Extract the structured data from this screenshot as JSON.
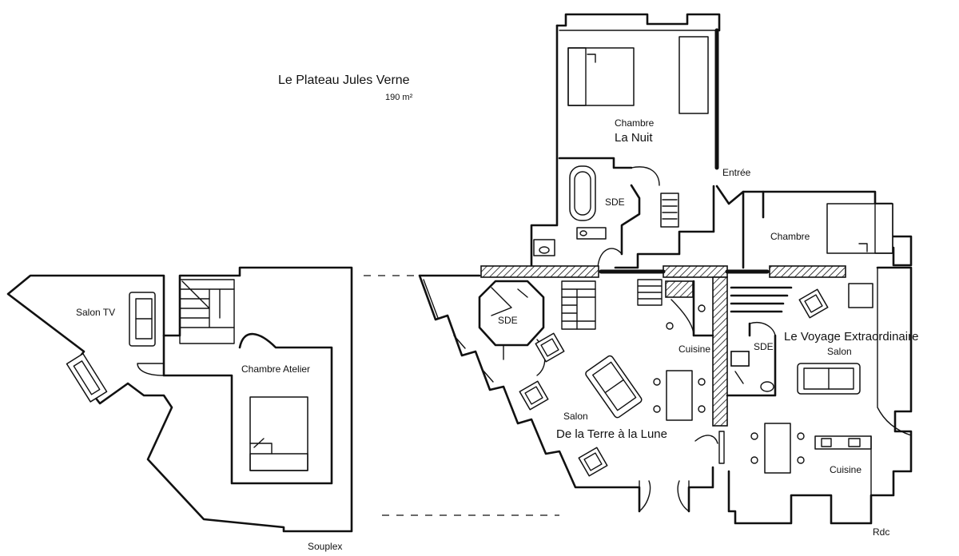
{
  "header": {
    "title": "Le  Plateau Jules Verne",
    "area": "190 m²"
  },
  "rooms": {
    "chambre_nuit": {
      "label": "Chambre",
      "name": "La Nuit"
    },
    "sde_nuit": "SDE",
    "entree": "Entrée",
    "chambre_voyage": "Chambre",
    "salon_tv": "Salon TV",
    "chambre_atelier": "Chambre Atelier",
    "sde_terre": "SDE",
    "cuisine_terre": "Cuisine",
    "salon_terre": {
      "label": "Salon",
      "name": "De la Terre à la Lune"
    },
    "sde_voyage": "SDE",
    "salon_voyage": {
      "name": "Le Voyage Extraordinaire",
      "label": "Salon"
    },
    "cuisine_voyage": "Cuisine"
  },
  "levels": {
    "lower": "Souplex",
    "ground": "Rdc"
  },
  "style": {
    "ink": "#111111",
    "paper": "#ffffff"
  }
}
